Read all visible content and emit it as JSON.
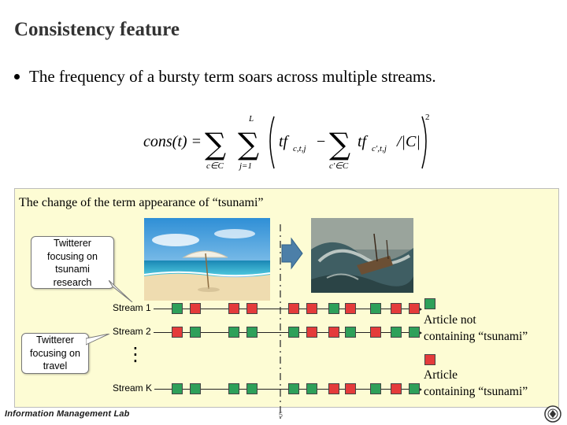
{
  "slide": {
    "title": "Consistency feature",
    "bullet": "The frequency of a bursty term soars across multiple streams."
  },
  "formula": {
    "lhs": "cons(t) =",
    "upper_limit": "L",
    "lower_outer": "c∈C",
    "lower_inner": "j=1",
    "term1": "tf",
    "term1_sub": "c,t,j",
    "minus": "−",
    "lower_inner2": "c′∈C",
    "term2": "tf",
    "term2_sub": "c′,t,j",
    "divide": "/|C|",
    "power": "2"
  },
  "panel": {
    "title": "The change of the term appearance of “tsunami”",
    "callout_top": [
      "Twitterer",
      "focusing on",
      "tsunami",
      "research"
    ],
    "callout_bottom": [
      "Twitterer",
      "focusing on",
      "travel"
    ],
    "vdots": "⋮",
    "streams": [
      {
        "label": "Stream 1",
        "squares": [
          "g",
          "r",
          "r",
          "r",
          "r",
          "r",
          "g",
          "r",
          "g",
          "r",
          "r"
        ]
      },
      {
        "label": "Stream 2",
        "squares": [
          "r",
          "g",
          "g",
          "g",
          "g",
          "r",
          "r",
          "g",
          "r",
          "g",
          "g"
        ]
      },
      {
        "label": "Stream K",
        "squares": [
          "g",
          "g",
          "g",
          "g",
          "g",
          "g",
          "r",
          "r",
          "g",
          "r",
          "g"
        ]
      }
    ],
    "legend": {
      "not_containing": [
        "Article not",
        "containing “tsunami”"
      ],
      "containing": [
        "Article",
        "containing “tsunami”"
      ]
    }
  },
  "colors": {
    "green": "#2ea05a",
    "red": "#e43b3b",
    "panel_bg": "#fdfcd4",
    "arrow": "#4c7fa8"
  },
  "footer": {
    "logo_text": "Information Management Lab",
    "page_number": "5"
  }
}
